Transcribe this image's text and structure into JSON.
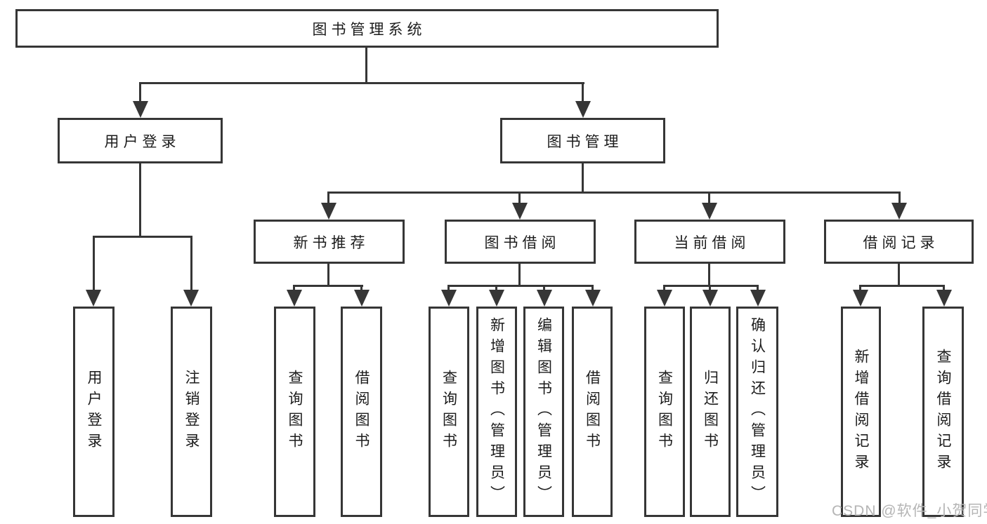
{
  "diagram_type": "hierarchy-structure-chart",
  "tree": {
    "label": "图书管理系统",
    "children": [
      {
        "label": "用户登录",
        "children": [
          {
            "label": "用户登录"
          },
          {
            "label": "注销登录"
          }
        ]
      },
      {
        "label": "图书管理",
        "children": [
          {
            "label": "新书推荐",
            "children": [
              {
                "label": "查询图书"
              },
              {
                "label": "借阅图书"
              }
            ]
          },
          {
            "label": "图书借阅",
            "children": [
              {
                "label": "查询图书"
              },
              {
                "label": "新增图书（管理员）"
              },
              {
                "label": "编辑图书（管理员）"
              },
              {
                "label": "借阅图书"
              }
            ]
          },
          {
            "label": "当前借阅",
            "children": [
              {
                "label": "查询图书"
              },
              {
                "label": "归还图书"
              },
              {
                "label": "确认归还（管理员）"
              }
            ]
          },
          {
            "label": "借阅记录",
            "children": [
              {
                "label": "新增借阅记录"
              },
              {
                "label": "查询借阅记录"
              }
            ]
          }
        ]
      }
    ]
  },
  "watermark": {
    "text": "CSDN @软件_小贺同学"
  },
  "colors": {
    "line": "#363636",
    "border": "#363636",
    "text": "#1c1c1c",
    "watermark_text": "#b5b5b5",
    "background": "#ffffff"
  }
}
